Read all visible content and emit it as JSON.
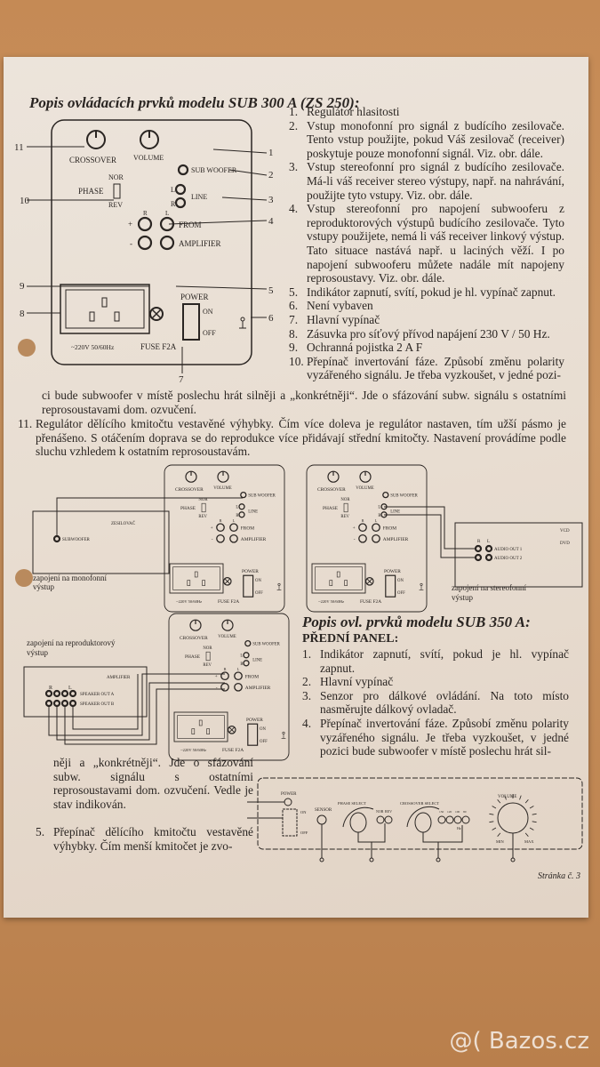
{
  "sub300": {
    "title": "Popis ovládacích prvků modelu SUB 300 A (ZS 250):",
    "items": [
      {
        "n": "1.",
        "text": "Regulátor hlasitosti"
      },
      {
        "n": "2.",
        "text": "Vstup monofonní pro signál z budícího zesilovače. Tento vstup použijte, pokud Váš zesilovač (receiver) poskytuje pouze monofonní signál. Viz. obr. dále."
      },
      {
        "n": "3.",
        "text": "Vstup stereofonní pro signál z budícího zesilovače. Má-li váš receiver stereo výstupy, např. na nahrávání, použijte tyto vstupy. Viz. obr. dále."
      },
      {
        "n": "4.",
        "text": "Vstup stereofonní pro napojení subwooferu z reproduktorových výstupů budícího zesilovače. Tyto vstupy použijete, nemá li váš receiver linkový výstup. Tato situace nastává např. u laciných věží. I po napojení subwooferu můžete nadále mít napojeny reprosoustavy. Viz. obr. dále."
      },
      {
        "n": "5.",
        "text": "Indikátor zapnutí, svítí, pokud je hl. vypínač zapnut."
      },
      {
        "n": "6.",
        "text": "Není vybaven"
      },
      {
        "n": "7.",
        "text": "Hlavní vypínač"
      },
      {
        "n": "8.",
        "text": "Zásuvka pro síťový přívod napájení 230 V / 50 Hz."
      },
      {
        "n": "9.",
        "text": "Ochranná pojistka 2 A F"
      },
      {
        "n": "10.",
        "text": "Přepínač invertování fáze. Způsobí změnu polarity vyzářeného signálu. Je třeba vyzkoušet, v jedné pozi-"
      }
    ],
    "item10_cont": "ci bude subwoofer v místě poslechu hrát silněji a „konkrétněji“. Jde o sfázování subw. signálu s ostatními reprosoustavami dom. ozvučení.",
    "item11": {
      "n": "11.",
      "text": "Regulátor dělícího kmitočtu vestavěné výhybky. Čím více doleva je regulátor nastaven, tím užší pásmo je přenášeno. S otáčením doprava se do reprodukce více přidávají střední kmitočty. Nastavení provádíme podle sluchu vzhledem k ostatním reprosoustavám."
    },
    "callouts": [
      "1",
      "2",
      "3",
      "4",
      "5",
      "6",
      "7",
      "8",
      "9",
      "10",
      "11"
    ]
  },
  "panel_labels": {
    "crossover": "CROSSOVER",
    "volume": "VOLUME",
    "sub_woofer": "SUB WOOFER",
    "phase": "PHASE",
    "nor": "NOR",
    "rev": "REV",
    "l": "L",
    "r": "R",
    "line": "LINE",
    "plus": "+",
    "minus": "-",
    "from": "FROM",
    "amplifier": "AMPLIFIER",
    "mains": "~220V 50/60Hz",
    "fuse": "FUSE F2A",
    "power": "POWER",
    "on": "ON",
    "off": "OFF"
  },
  "connections": {
    "mono": {
      "device": "ZESILOVAČ",
      "jack": "SUBWOOFER",
      "caption": "zapojení na monofonní výstup"
    },
    "stereo": {
      "device1": "VCD",
      "device2": "DVD",
      "r": "R",
      "l": "L",
      "out1": "AUDIO OUT 1",
      "out2": "AUDIO OUT 2",
      "caption": "zapojení na stereofonní výstup"
    },
    "speaker": {
      "caption": "zapojení na reproduktorový výstup",
      "device": "AMPLIFIER",
      "r": "R",
      "l": "L",
      "out_a": "SPEAKER OUT A",
      "out_b": "SPEAKER OUT B"
    }
  },
  "sub350": {
    "title": "Popis ovl. prvků modelu SUB 350 A:",
    "subtitle": "PŘEDNÍ PANEL:",
    "items": [
      {
        "n": "1.",
        "text": "Indikátor zapnutí, svítí, pokud je hl. vypínač zapnut."
      },
      {
        "n": "2.",
        "text": "Hlavní vypínač"
      },
      {
        "n": "3.",
        "text": "Senzor pro dálkové ovládání. Na toto místo nasměrujte dálkový ovladač."
      },
      {
        "n": "4.",
        "text": "Přepínač invertování fáze. Způsobí změnu polarity vyzářeného signálu. Je třeba vyzkoušet, v jedné pozici bude subwoofer v místě poslechu hrát sil-"
      }
    ],
    "item4_cont": "něji a „konkrétněji“. Jde o sfázování subw. signálu s ostatními reprosoustavami dom. ozvučení. Vedle je stav indikován.",
    "item5": {
      "n": "5.",
      "text": "Přepínač dělícího kmitočtu vestavěné výhybky. Čím menší kmitočet je zvo-"
    },
    "front_panel": {
      "power": "POWER",
      "on": "ON",
      "off": "OFF",
      "sensor": "SENSOR",
      "phase_select": "PHASE SELECT",
      "nor": "NOR",
      "rev": "REV",
      "crossover_select": "CROSSOVER SELECT",
      "freqs": [
        "150",
        "120",
        "100",
        "80"
      ],
      "hz": "Hz",
      "volume": "VOLUME",
      "min": "MIN",
      "max": "MAX"
    }
  },
  "footer": {
    "page": "Stránka č. 3"
  },
  "watermark": "@( Bazos.cz"
}
